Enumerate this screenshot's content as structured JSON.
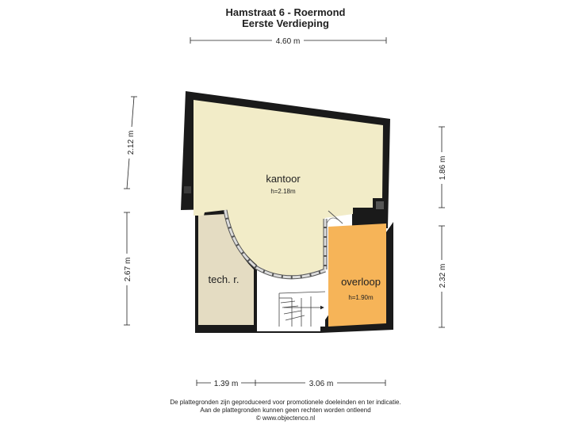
{
  "header": {
    "title": "Hamstraat 6 - Roermond",
    "subtitle": "Eerste Verdieping"
  },
  "dimensions": {
    "top_width": "4.60 m",
    "left_upper": "2.12 m",
    "left_lower": "2.67 m",
    "right_upper": "1.86 m",
    "right_lower": "2.32 m",
    "bottom_left": "1.39 m",
    "bottom_right": "3.06 m"
  },
  "rooms": {
    "kantoor": {
      "name": "kantoor",
      "height": "h=2.18m"
    },
    "tech": {
      "name": "tech. r."
    },
    "overloop": {
      "name": "overloop",
      "height": "h=1.90m"
    }
  },
  "colors": {
    "wall": "#1a1a1a",
    "kantoor_fill": "#f2ecc8",
    "tech_fill": "#e4dcc2",
    "overloop_fill": "#f6b458",
    "stair_fill": "#ffffff"
  },
  "footer": {
    "line1": "De plattegronden zijn geproduceerd voor promotionele doeleinden en ter indicatie.",
    "line2": "Aan de plattegronden kunnen geen rechten worden ontleend",
    "line3": "© www.objectenco.nl"
  }
}
